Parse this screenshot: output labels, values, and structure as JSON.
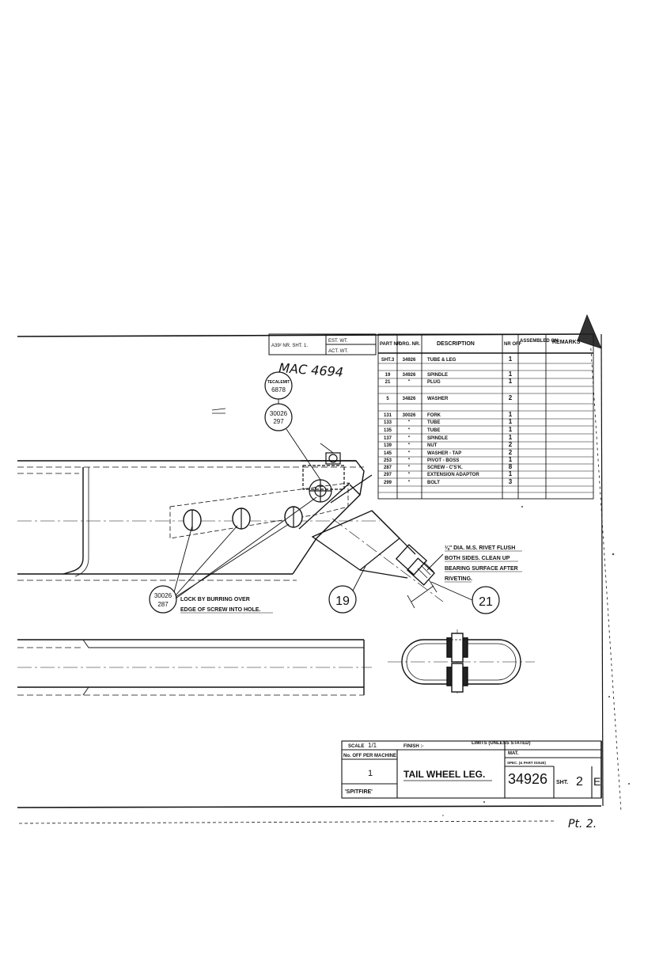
{
  "header_block": {
    "assy_sheet": "A39² NR. SHT. 1.",
    "est_wt": "EST. WT.",
    "act_wt": "ACT. WT."
  },
  "handwritten": {
    "mac_number": "MAC 4694",
    "page_ref": "Pt. 2."
  },
  "parts_list": {
    "headers": [
      "PART NR.",
      "DRG. NR.",
      "DESCRIPTION",
      "NR OFF",
      "ASSEMBLED ON",
      "REMARKS"
    ],
    "rows": [
      {
        "part": "SHT.3",
        "drg": "34926",
        "desc": "TUBE & LEG",
        "off": "1"
      },
      {
        "part": "19",
        "drg": "34926",
        "desc": "SPINDLE",
        "off": "1"
      },
      {
        "part": "21",
        "drg": "\"",
        "desc": "PLUG",
        "off": "1"
      },
      {
        "part": "5",
        "drg": "34826",
        "desc": "WASHER",
        "off": "2"
      },
      {
        "part": "131",
        "drg": "30026",
        "desc": "FORK",
        "off": "1"
      },
      {
        "part": "133",
        "drg": "\"",
        "desc": "TUBE",
        "off": "1"
      },
      {
        "part": "135",
        "drg": "\"",
        "desc": "TUBE",
        "off": "1"
      },
      {
        "part": "137",
        "drg": "\"",
        "desc": "SPINDLE",
        "off": "1"
      },
      {
        "part": "139",
        "drg": "\"",
        "desc": "NUT",
        "off": "2"
      },
      {
        "part": "145",
        "drg": "\"",
        "desc": "WASHER - TAP",
        "off": "2"
      },
      {
        "part": "253",
        "drg": "\"",
        "desc": "PIVOT - BOSS",
        "off": "1"
      },
      {
        "part": "287",
        "drg": "\"",
        "desc": "SCREW - C'S'K.",
        "off": "8"
      },
      {
        "part": "297",
        "drg": "\"",
        "desc": "EXTENSION ADAPTOR",
        "off": "1"
      },
      {
        "part": "299",
        "drg": "\"",
        "desc": "BOLT",
        "off": "3"
      }
    ]
  },
  "callouts": {
    "tecalemit_top": "TECALEMIT",
    "tecalemit_num": "6878",
    "ref_top_a": "30026",
    "ref_top_b": "297",
    "ref_bot_a": "30026",
    "ref_bot_b": "287",
    "part_19": "19",
    "part_21": "21"
  },
  "notes": {
    "lock_line1": "LOCK BY BURRING OVER",
    "lock_line2": "EDGE OF SCREW INTO HOLE.",
    "rivet_line1": "⅛\" DIA. M.S. RIVET FLUSH",
    "rivet_line2": "BOTH SIDES. CLEAN UP",
    "rivet_line3": "BEARING SURFACE AFTER",
    "rivet_line4": "RIVETING."
  },
  "title_block": {
    "scale_label": "SCALE",
    "scale_value": "1/1",
    "finish_label": "FINISH :-",
    "limits_label": "LIMITS (UNLESS STATED)",
    "no_off_label": "No. OFF PER MACHINE",
    "no_off_value": "1",
    "title": "TAIL WHEEL LEG.",
    "mat_label": "MAT.",
    "spec_label": "SPEC. (& PART ISSUE)",
    "drawing_number": "34926",
    "sheet_label": "SHT.",
    "sheet_value": "2",
    "issue": "E",
    "aircraft": "'SPITFIRE'"
  }
}
